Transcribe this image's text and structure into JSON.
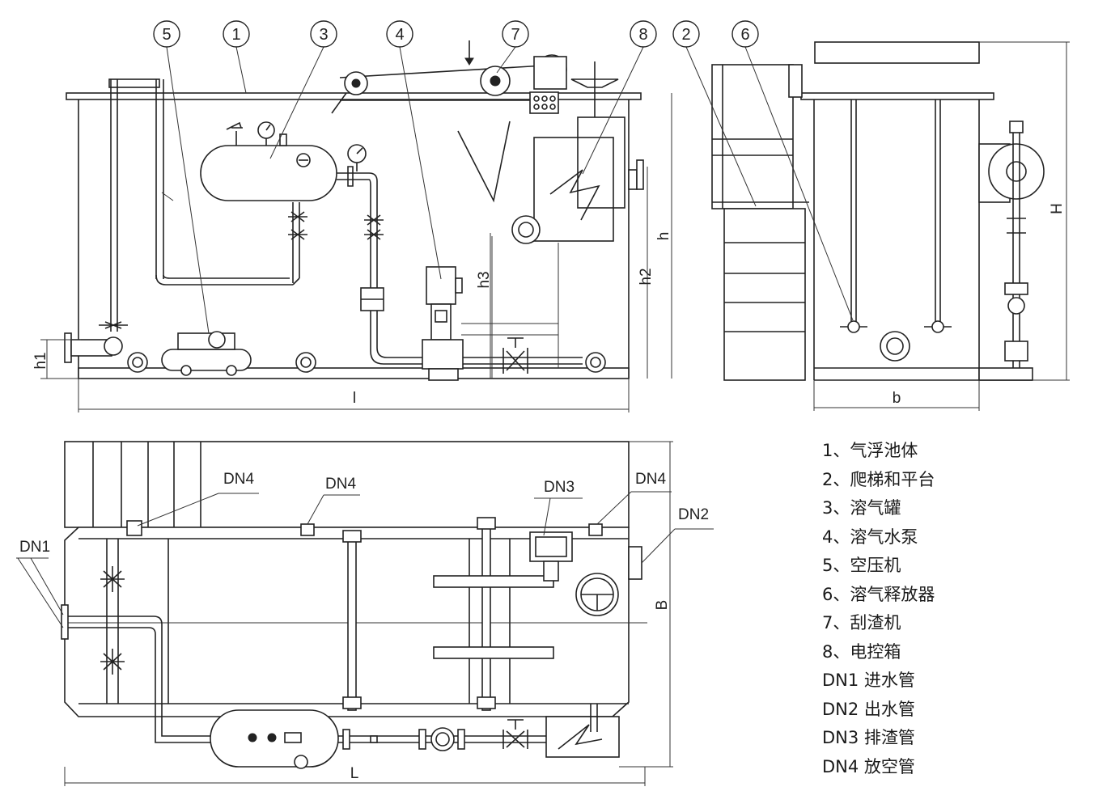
{
  "callouts": [
    "5",
    "1",
    "3",
    "4",
    "7",
    "8",
    "2",
    "6"
  ],
  "dimensions": {
    "h1": "h1",
    "l": "l",
    "h": "h",
    "h2": "h2",
    "h3": "h3",
    "H": "H",
    "b": "b",
    "B": "B",
    "L": "L"
  },
  "pipes": {
    "dn1": "DN1",
    "dn2": "DN2",
    "dn3": "DN3",
    "dn4_a": "DN4",
    "dn4_b": "DN4",
    "dn4_c": "DN4"
  },
  "legend": [
    "1、气浮池体",
    "2、爬梯和平台",
    "3、溶气罐",
    "4、溶气水泵",
    "5、空压机",
    "6、溶气释放器",
    "7、刮渣机",
    "8、电控箱",
    "DN1 进水管",
    "DN2 出水管",
    "DN3 排渣管",
    "DN4 放空管"
  ]
}
